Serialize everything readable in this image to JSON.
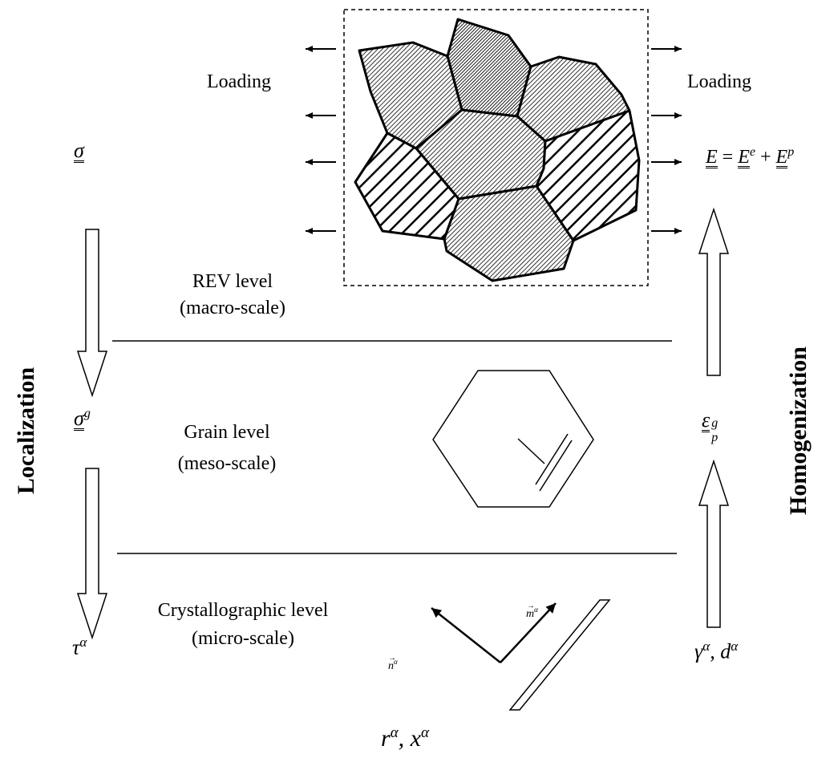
{
  "labels": {
    "loading_left": "Loading",
    "loading_right": "Loading",
    "rev_level": "REV level",
    "rev_scale": "(macro-scale)",
    "grain_level": "Grain level",
    "grain_scale": "(meso-scale)",
    "cryst_level": "Crystallographic level",
    "cryst_scale": "(micro-scale)",
    "localization": "Localization",
    "homogenization": "Homogenization"
  },
  "symbols": {
    "sigma_macro": "σ",
    "sigma_grain": "σ",
    "sigma_grain_sup": "g",
    "tau": "τ",
    "tau_sup": "α",
    "strain_total": "E = E",
    "strain_e_sup": "e",
    "strain_plus": " + E",
    "strain_p_sup": "p",
    "eps": "ε",
    "eps_sup": "g",
    "eps_sub": "p",
    "gamma_d": "γ",
    "gamma_sup": "α",
    "comma_d": ", d",
    "d_sup": "α",
    "r_x": "r",
    "r_sup": "α",
    "comma_x": ", x",
    "x_sup": "α",
    "m_vec": "m",
    "m_sup": "α",
    "n_vec": "n",
    "n_sup": "α"
  }
}
